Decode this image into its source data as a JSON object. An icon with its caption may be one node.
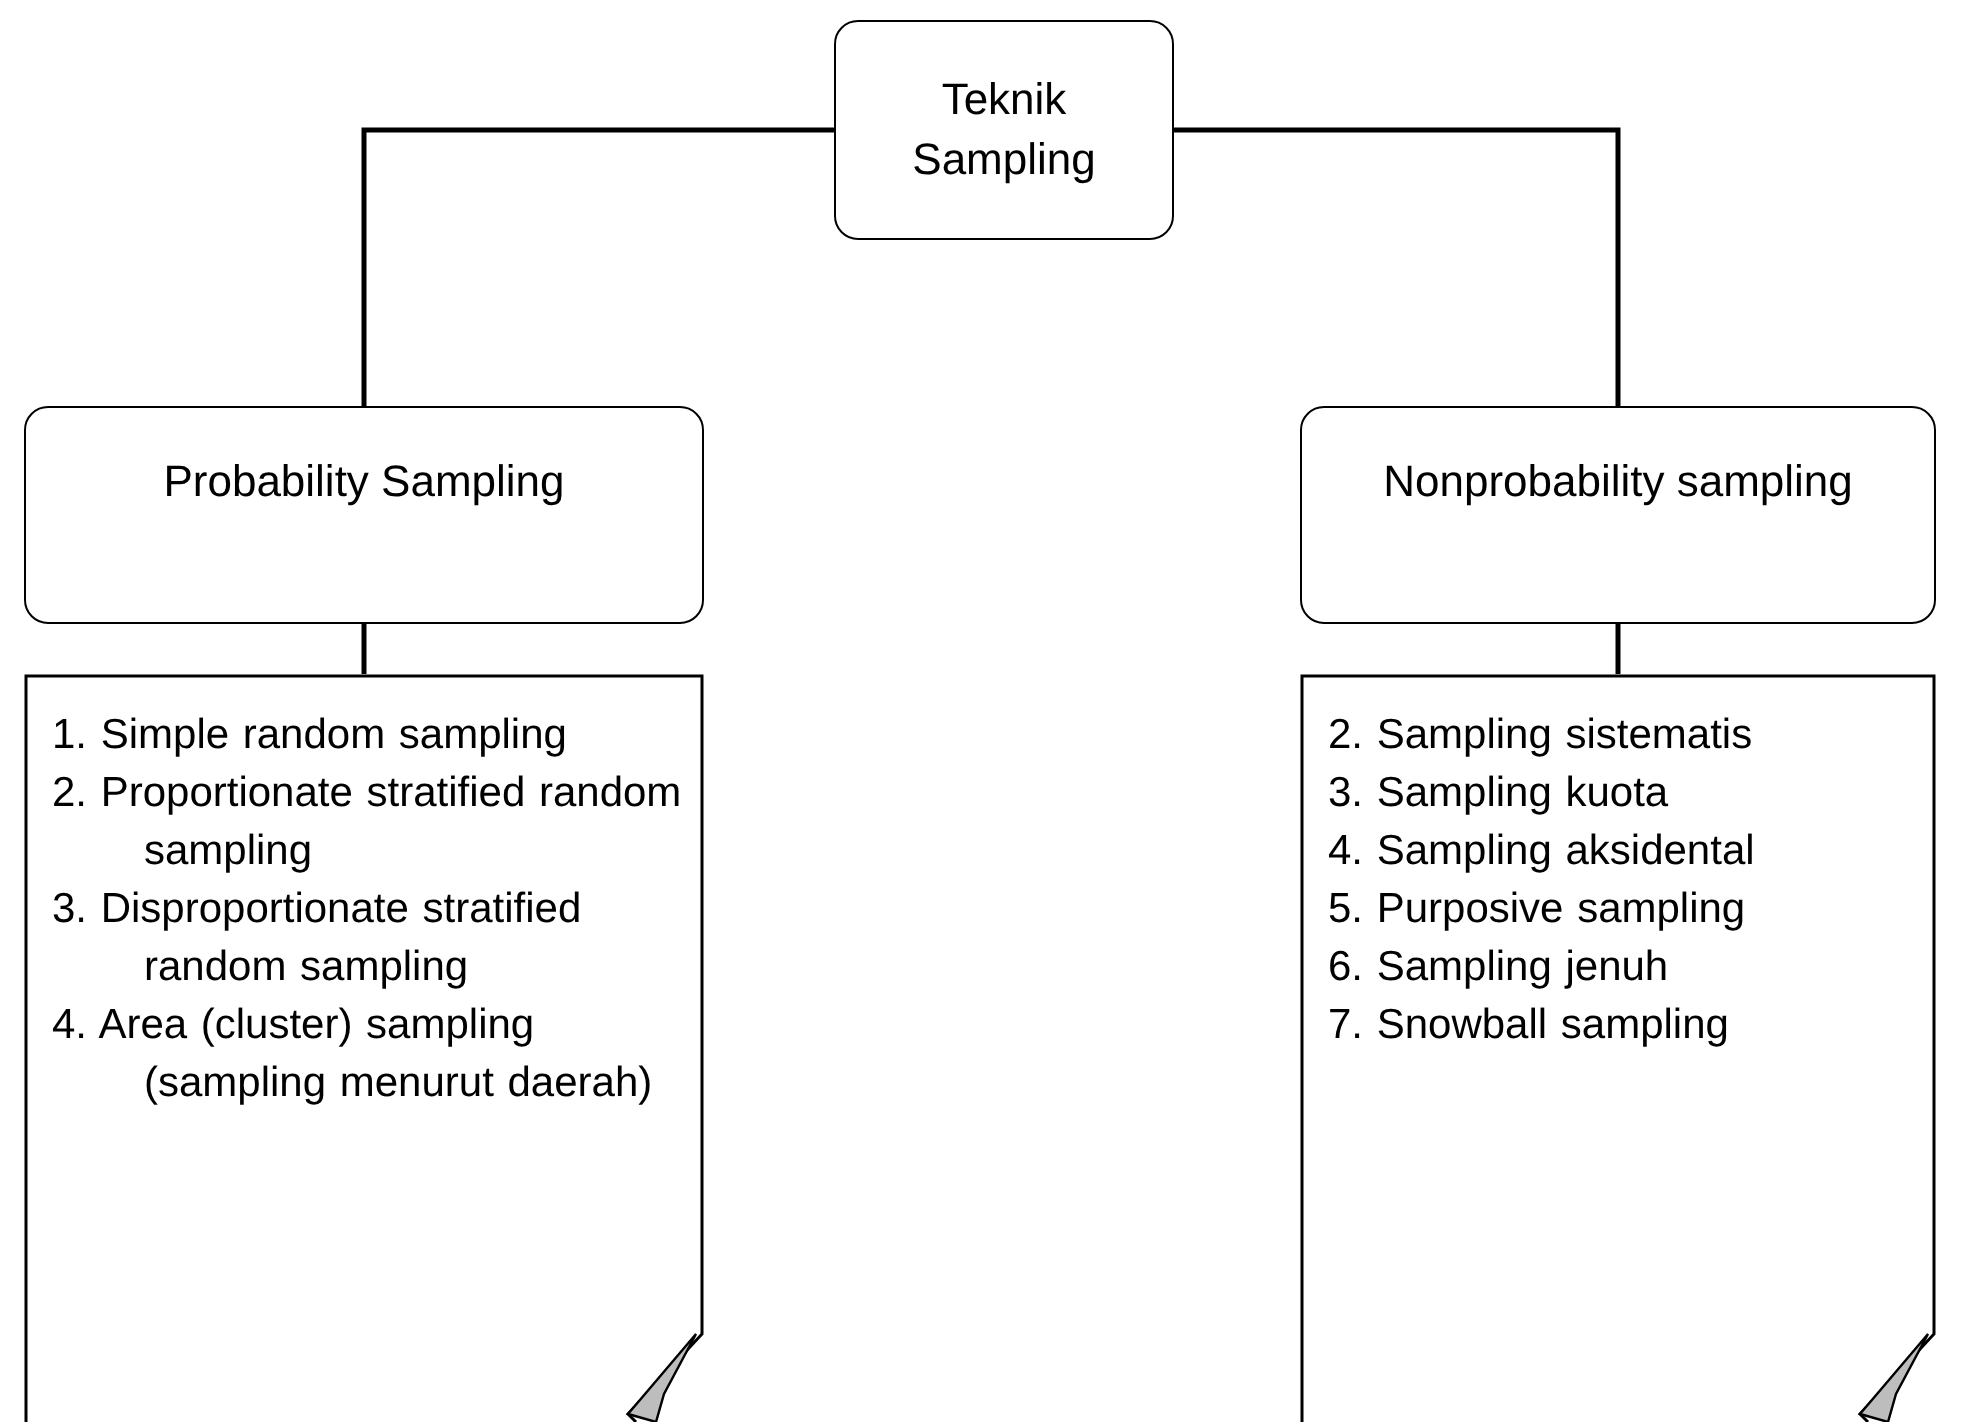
{
  "diagram": {
    "nodes": [
      {
        "text": [
          "Teknik Sampling"
        ]
      },
      {
        "text": [
          "Probability Sampling"
        ]
      },
      {
        "text": [
          "Nonprobability sampling"
        ]
      },
      {
        "text": [
          "1. Simple random sampling",
          "2. Proportionate stratified random sampling",
          "3. Disproportionate stratified random sampling",
          "4. Area (cluster) sampling (sampling menurut daerah)"
        ]
      },
      {
        "text": [
          "2. Sampling sistematis",
          "3. Sampling kuota",
          "4. Sampling aksidental",
          "5. Purposive sampling",
          "6. Sampling jenuh",
          "7. Snowball sampling"
        ]
      }
    ],
    "edges": [
      {
        "from": 0,
        "to": 1,
        "arrow": "none"
      },
      {
        "from": 0,
        "to": 2,
        "arrow": "none"
      },
      {
        "from": 1,
        "to": 3,
        "arrow": "none"
      },
      {
        "from": 2,
        "to": 4,
        "arrow": "none"
      }
    ]
  }
}
